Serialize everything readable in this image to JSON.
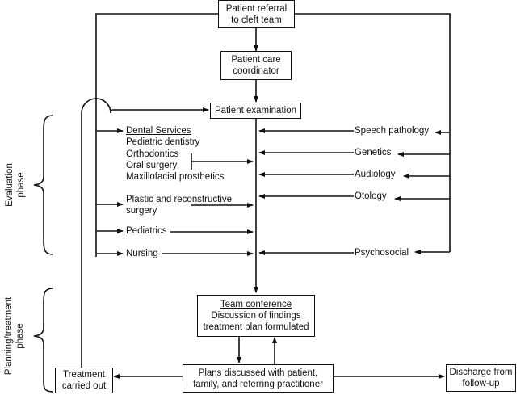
{
  "diagram": {
    "type": "flowchart",
    "title": "Cleft team patient flow"
  },
  "nodes": {
    "referral": [
      "Patient referral",
      "to cleft team"
    ],
    "coordinator": [
      "Patient care",
      "coordinator"
    ],
    "examination": "Patient examination",
    "conference": {
      "heading": "Team conference",
      "lines": [
        "Discussion of findings",
        "treatment plan formulated"
      ]
    },
    "plans": [
      "Plans discussed with patient,",
      "family, and referring practitioner"
    ],
    "treatment": [
      "Treatment",
      "carried out"
    ],
    "discharge": [
      "Discharge from",
      "follow-up"
    ]
  },
  "left_services": {
    "dental_heading": "Dental Services",
    "dental_items": [
      "Pediatric dentistry",
      "Orthodontics",
      "Oral surgery",
      "Maxillofacial prosthetics"
    ],
    "plastic": [
      "Plastic and reconstructive",
      "surgery"
    ],
    "pediatrics": "Pediatrics",
    "nursing": "Nursing"
  },
  "right_services": [
    "Speech pathology",
    "Genetics",
    "Audiology",
    "Otology",
    "Psychosocial"
  ],
  "phases": {
    "evaluation": [
      "Evaluation",
      "phase"
    ],
    "planning": [
      "Planning/treatment",
      "phase"
    ]
  }
}
